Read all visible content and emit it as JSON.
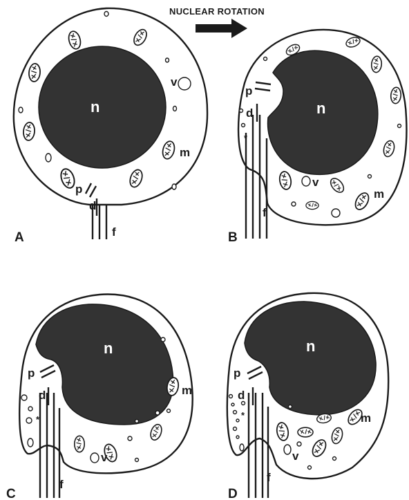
{
  "header": {
    "title": "NUCLEAR ROTATION"
  },
  "colors": {
    "nucleus": "#333333",
    "outline": "#1a1a1a",
    "background": "#ffffff"
  },
  "panels": [
    {
      "letter": "A",
      "labels": {
        "n": "n",
        "v": "v",
        "m": "m",
        "p": "p",
        "d": "d",
        "f": "f"
      }
    },
    {
      "letter": "B",
      "labels": {
        "n": "n",
        "v": "v",
        "m": "m",
        "p": "p",
        "d": "d",
        "f": "f",
        "star": "*"
      }
    },
    {
      "letter": "C",
      "labels": {
        "n": "n",
        "v": "v",
        "m": "m",
        "p": "p",
        "d": "d",
        "f": "f",
        "star": "*"
      }
    },
    {
      "letter": "D",
      "labels": {
        "n": "n",
        "v": "v",
        "m": "m",
        "p": "p",
        "d": "d",
        "f": "f",
        "star": "*"
      }
    }
  ]
}
